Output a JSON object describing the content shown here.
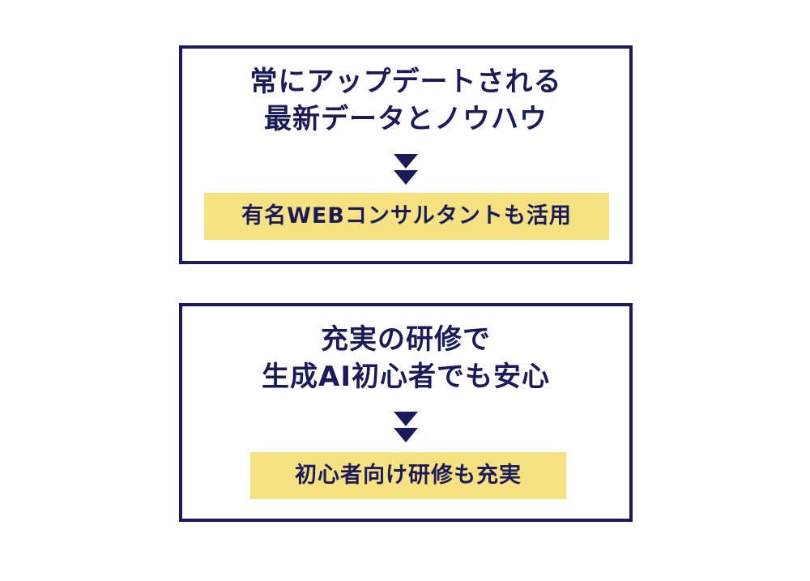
{
  "cards": [
    {
      "heading_lines": [
        "常にアップデートされる",
        "最新データとノウハウ"
      ],
      "highlight": "有名WEBコンサルタントも活用"
    },
    {
      "heading_lines": [
        "充実の研修で",
        "生成AI初心者でも安心"
      ],
      "highlight": "初心者向け研修も充実"
    }
  ],
  "colors": {
    "navy": "#1b1b5c",
    "highlight": "#f7e282"
  },
  "icons": {
    "arrow": "down-arrow-icon"
  }
}
